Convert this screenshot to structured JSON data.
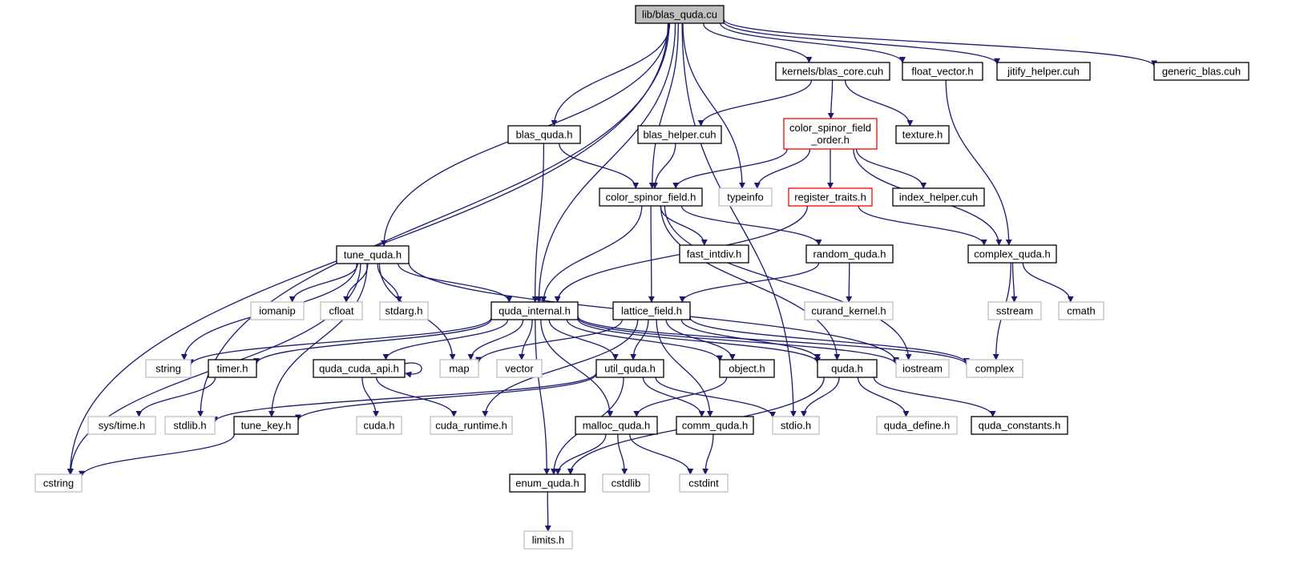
{
  "diagram": {
    "title": "",
    "edge_color": "#191970",
    "colors": {
      "root_fill": "#bfbfbf",
      "local_border": "#000000",
      "system_border": "#bfbfbf",
      "truncated_border": "#ff0000"
    },
    "nodes": [
      {
        "id": "blas_quda_cu",
        "label": "lib/blas_quda.cu",
        "kind": "root"
      },
      {
        "id": "kernels_blas_core",
        "label": "kernels/blas_core.cuh",
        "kind": "local"
      },
      {
        "id": "float_vector",
        "label": "float_vector.h",
        "kind": "local"
      },
      {
        "id": "jitify_helper",
        "label": "jitify_helper.cuh",
        "kind": "local"
      },
      {
        "id": "generic_blas",
        "label": "generic_blas.cuh",
        "kind": "local"
      },
      {
        "id": "blas_quda_h",
        "label": "blas_quda.h",
        "kind": "local"
      },
      {
        "id": "blas_helper",
        "label": "blas_helper.cuh",
        "kind": "local"
      },
      {
        "id": "csf_order",
        "label": "color_spinor_field\n_order.h",
        "kind": "truncated"
      },
      {
        "id": "texture",
        "label": "texture.h",
        "kind": "local"
      },
      {
        "id": "color_spinor_field",
        "label": "color_spinor_field.h",
        "kind": "local"
      },
      {
        "id": "typeinfo",
        "label": "typeinfo",
        "kind": "system"
      },
      {
        "id": "register_traits",
        "label": "register_traits.h",
        "kind": "truncated"
      },
      {
        "id": "index_helper",
        "label": "index_helper.cuh",
        "kind": "local"
      },
      {
        "id": "tune_quda",
        "label": "tune_quda.h",
        "kind": "local"
      },
      {
        "id": "fast_intdiv",
        "label": "fast_intdiv.h",
        "kind": "local"
      },
      {
        "id": "random_quda",
        "label": "random_quda.h",
        "kind": "local"
      },
      {
        "id": "complex_quda",
        "label": "complex_quda.h",
        "kind": "local"
      },
      {
        "id": "iomanip",
        "label": "iomanip",
        "kind": "system"
      },
      {
        "id": "cfloat",
        "label": "cfloat",
        "kind": "system"
      },
      {
        "id": "stdarg",
        "label": "stdarg.h",
        "kind": "system"
      },
      {
        "id": "quda_internal",
        "label": "quda_internal.h",
        "kind": "local"
      },
      {
        "id": "lattice_field",
        "label": "lattice_field.h",
        "kind": "local"
      },
      {
        "id": "curand_kernel",
        "label": "curand_kernel.h",
        "kind": "system"
      },
      {
        "id": "sstream",
        "label": "sstream",
        "kind": "system"
      },
      {
        "id": "cmath",
        "label": "cmath",
        "kind": "system"
      },
      {
        "id": "string",
        "label": "string",
        "kind": "system"
      },
      {
        "id": "timer",
        "label": "timer.h",
        "kind": "local"
      },
      {
        "id": "quda_cuda_api",
        "label": "quda_cuda_api.h",
        "kind": "local"
      },
      {
        "id": "map",
        "label": "map",
        "kind": "system"
      },
      {
        "id": "vector",
        "label": "vector",
        "kind": "system"
      },
      {
        "id": "util_quda",
        "label": "util_quda.h",
        "kind": "local"
      },
      {
        "id": "object",
        "label": "object.h",
        "kind": "local"
      },
      {
        "id": "quda_h",
        "label": "quda.h",
        "kind": "local"
      },
      {
        "id": "iostream",
        "label": "iostream",
        "kind": "system"
      },
      {
        "id": "complex",
        "label": "complex",
        "kind": "system"
      },
      {
        "id": "sys_time",
        "label": "sys/time.h",
        "kind": "system"
      },
      {
        "id": "stdlib",
        "label": "stdlib.h",
        "kind": "system"
      },
      {
        "id": "tune_key",
        "label": "tune_key.h",
        "kind": "local"
      },
      {
        "id": "cuda_h",
        "label": "cuda.h",
        "kind": "system"
      },
      {
        "id": "cuda_runtime",
        "label": "cuda_runtime.h",
        "kind": "system"
      },
      {
        "id": "malloc_quda",
        "label": "malloc_quda.h",
        "kind": "local"
      },
      {
        "id": "comm_quda",
        "label": "comm_quda.h",
        "kind": "local"
      },
      {
        "id": "stdio",
        "label": "stdio.h",
        "kind": "system"
      },
      {
        "id": "quda_define",
        "label": "quda_define.h",
        "kind": "system"
      },
      {
        "id": "quda_constants",
        "label": "quda_constants.h",
        "kind": "local"
      },
      {
        "id": "cstring",
        "label": "cstring",
        "kind": "system"
      },
      {
        "id": "enum_quda",
        "label": "enum_quda.h",
        "kind": "local"
      },
      {
        "id": "cstdlib",
        "label": "cstdlib",
        "kind": "system"
      },
      {
        "id": "cstdint",
        "label": "cstdint",
        "kind": "system"
      },
      {
        "id": "limits",
        "label": "limits.h",
        "kind": "system"
      }
    ],
    "edges": [
      [
        "blas_quda_cu",
        "kernels_blas_core"
      ],
      [
        "blas_quda_cu",
        "float_vector"
      ],
      [
        "blas_quda_cu",
        "jitify_helper"
      ],
      [
        "blas_quda_cu",
        "generic_blas"
      ],
      [
        "blas_quda_cu",
        "blas_quda_h"
      ],
      [
        "blas_quda_cu",
        "color_spinor_field"
      ],
      [
        "blas_quda_cu",
        "typeinfo"
      ],
      [
        "blas_quda_cu",
        "tune_quda"
      ],
      [
        "blas_quda_cu",
        "quda_internal"
      ],
      [
        "blas_quda_cu",
        "stdio"
      ],
      [
        "blas_quda_cu",
        "stdlib"
      ],
      [
        "blas_quda_cu",
        "cstring"
      ],
      [
        "kernels_blas_core",
        "blas_helper"
      ],
      [
        "kernels_blas_core",
        "csf_order"
      ],
      [
        "kernels_blas_core",
        "texture"
      ],
      [
        "float_vector",
        "complex_quda"
      ],
      [
        "blas_quda_h",
        "color_spinor_field"
      ],
      [
        "blas_quda_h",
        "quda_internal"
      ],
      [
        "blas_helper",
        "color_spinor_field"
      ],
      [
        "csf_order",
        "color_spinor_field"
      ],
      [
        "csf_order",
        "typeinfo"
      ],
      [
        "csf_order",
        "register_traits"
      ],
      [
        "csf_order",
        "index_helper"
      ],
      [
        "csf_order",
        "complex_quda"
      ],
      [
        "register_traits",
        "quda_internal"
      ],
      [
        "register_traits",
        "complex_quda"
      ],
      [
        "color_spinor_field",
        "quda_internal"
      ],
      [
        "color_spinor_field",
        "lattice_field"
      ],
      [
        "color_spinor_field",
        "fast_intdiv"
      ],
      [
        "color_spinor_field",
        "random_quda"
      ],
      [
        "color_spinor_field",
        "quda_h"
      ],
      [
        "color_spinor_field",
        "iostream"
      ],
      [
        "random_quda",
        "curand_kernel"
      ],
      [
        "random_quda",
        "lattice_field"
      ],
      [
        "complex_quda",
        "sstream"
      ],
      [
        "complex_quda",
        "cmath"
      ],
      [
        "complex_quda",
        "complex"
      ],
      [
        "tune_quda",
        "iomanip"
      ],
      [
        "tune_quda",
        "cfloat"
      ],
      [
        "tune_quda",
        "stdarg"
      ],
      [
        "tune_quda",
        "quda_internal"
      ],
      [
        "tune_quda",
        "string"
      ],
      [
        "tune_quda",
        "map"
      ],
      [
        "tune_quda",
        "tune_key"
      ],
      [
        "tune_quda",
        "cstring"
      ],
      [
        "tune_quda",
        "iostream"
      ],
      [
        "quda_internal",
        "string"
      ],
      [
        "quda_internal",
        "timer"
      ],
      [
        "quda_internal",
        "quda_cuda_api"
      ],
      [
        "quda_internal",
        "map"
      ],
      [
        "quda_internal",
        "vector"
      ],
      [
        "quda_internal",
        "util_quda"
      ],
      [
        "quda_internal",
        "object"
      ],
      [
        "quda_internal",
        "quda_h"
      ],
      [
        "quda_internal",
        "iostream"
      ],
      [
        "quda_internal",
        "complex"
      ],
      [
        "quda_internal",
        "malloc_quda"
      ],
      [
        "quda_internal",
        "enum_quda"
      ],
      [
        "lattice_field",
        "map"
      ],
      [
        "lattice_field",
        "util_quda"
      ],
      [
        "lattice_field",
        "object"
      ],
      [
        "lattice_field",
        "quda_h"
      ],
      [
        "lattice_field",
        "comm_quda"
      ],
      [
        "lattice_field",
        "cuda_runtime"
      ],
      [
        "lattice_field",
        "complex"
      ],
      [
        "timer",
        "sys_time"
      ],
      [
        "quda_cuda_api",
        "quda_cuda_api"
      ],
      [
        "quda_cuda_api",
        "cuda_h"
      ],
      [
        "quda_cuda_api",
        "cuda_runtime"
      ],
      [
        "util_quda",
        "stdlib"
      ],
      [
        "util_quda",
        "tune_key"
      ],
      [
        "util_quda",
        "enum_quda"
      ],
      [
        "util_quda",
        "comm_quda"
      ],
      [
        "util_quda",
        "stdio"
      ],
      [
        "object",
        "malloc_quda"
      ],
      [
        "quda_h",
        "stdio"
      ],
      [
        "quda_h",
        "quda_define"
      ],
      [
        "quda_h",
        "quda_constants"
      ],
      [
        "quda_h",
        "enum_quda"
      ],
      [
        "tune_key",
        "cstring"
      ],
      [
        "malloc_quda",
        "enum_quda"
      ],
      [
        "malloc_quda",
        "cstdlib"
      ],
      [
        "malloc_quda",
        "cstdint"
      ],
      [
        "comm_quda",
        "cstdint"
      ],
      [
        "enum_quda",
        "limits"
      ]
    ]
  }
}
